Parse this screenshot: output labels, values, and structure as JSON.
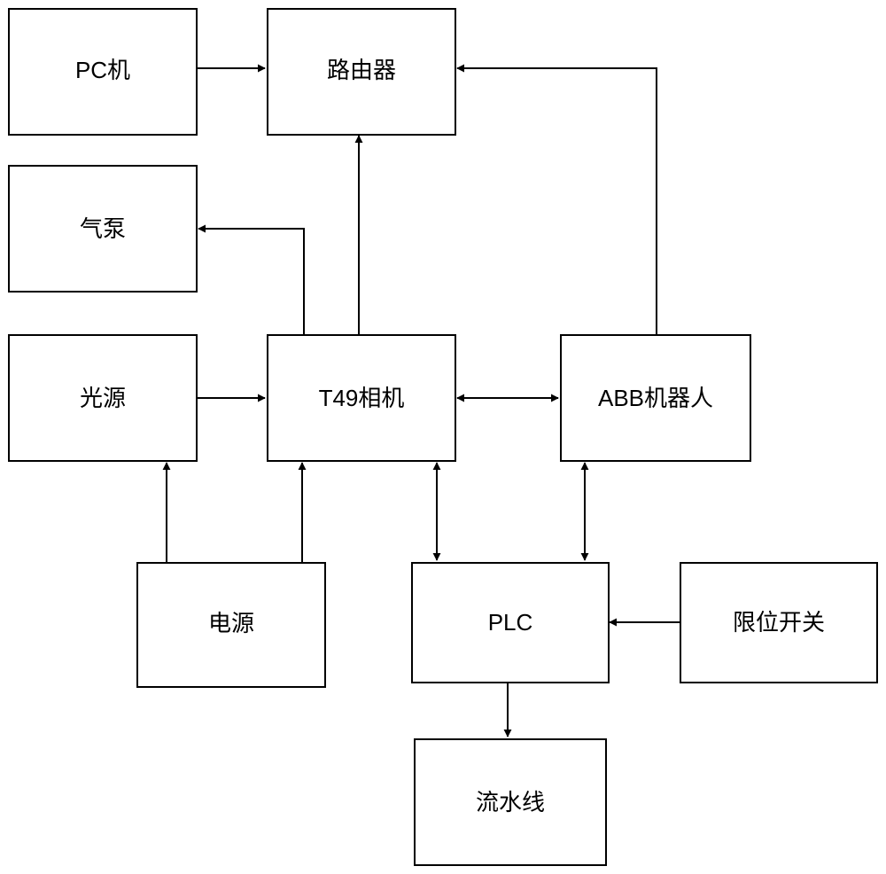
{
  "nodes": {
    "pc": "PC机",
    "router": "路由器",
    "air_pump": "气泵",
    "light_source": "光源",
    "camera": "T49相机",
    "robot": "ABB机器人",
    "power": "电源",
    "plc": "PLC",
    "limit_switch": "限位开关",
    "assembly_line": "流水线"
  },
  "edges": [
    {
      "from": "pc",
      "to": "router",
      "direction": "one-way"
    },
    {
      "from": "camera",
      "to": "router",
      "direction": "one-way"
    },
    {
      "from": "robot",
      "to": "router",
      "direction": "one-way"
    },
    {
      "from": "camera",
      "to": "air_pump",
      "direction": "one-way"
    },
    {
      "from": "light_source",
      "to": "camera",
      "direction": "one-way"
    },
    {
      "from": "camera",
      "to": "robot",
      "direction": "two-way"
    },
    {
      "from": "power",
      "to": "light_source",
      "direction": "one-way"
    },
    {
      "from": "power",
      "to": "camera",
      "direction": "one-way"
    },
    {
      "from": "camera",
      "to": "plc",
      "direction": "two-way"
    },
    {
      "from": "robot",
      "to": "plc",
      "direction": "two-way"
    },
    {
      "from": "limit_switch",
      "to": "plc",
      "direction": "one-way"
    },
    {
      "from": "plc",
      "to": "assembly_line",
      "direction": "one-way"
    }
  ],
  "colors": {
    "stroke": "#000000",
    "fill": "#ffffff",
    "text": "#000000"
  }
}
